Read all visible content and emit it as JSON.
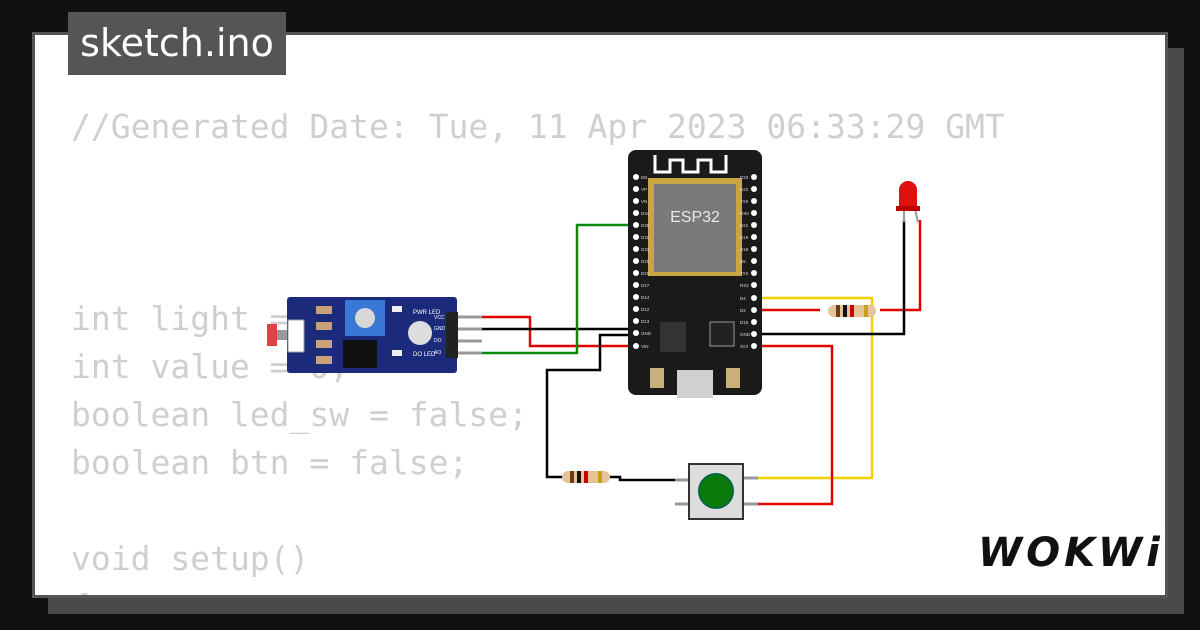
{
  "tab": {
    "title": "sketch.ino"
  },
  "code": {
    "lines": [
      "//Generated Date: Tue, 11 Apr 2023 06:33:29 GMT",
      "",
      "",
      "",
      "int light = 0;",
      "int value = 0;",
      "boolean led_sw = false;",
      "boolean btn = false;",
      "",
      "void setup()",
      "{"
    ]
  },
  "board": {
    "label": "ESP32",
    "left_pins": [
      "EN",
      "VP",
      "VN",
      "D34",
      "D35",
      "D32",
      "D33",
      "D25",
      "D26",
      "D27",
      "D14",
      "D12",
      "D13",
      "GND",
      "VIN"
    ],
    "right_pins": [
      "D23",
      "D22",
      "TX0",
      "RX0",
      "D21",
      "D19",
      "D18",
      "D5",
      "TX2",
      "RX2",
      "D4",
      "D2",
      "D15",
      "GND",
      "3V3"
    ]
  },
  "sensor": {
    "pins": [
      "VCC",
      "GND",
      "DO",
      "AO"
    ],
    "led_labels": [
      "PWR LED",
      "DO LED"
    ]
  },
  "logo": {
    "text": "WOKWi"
  },
  "colors": {
    "wire_red": "#e00000",
    "wire_black": "#000000",
    "wire_green": "#0a8a0a",
    "wire_yellow": "#f5d000",
    "board": "#1a1a1a",
    "module": "#1b2a7a",
    "button": "#0a7a0a",
    "led": "#e01010"
  }
}
